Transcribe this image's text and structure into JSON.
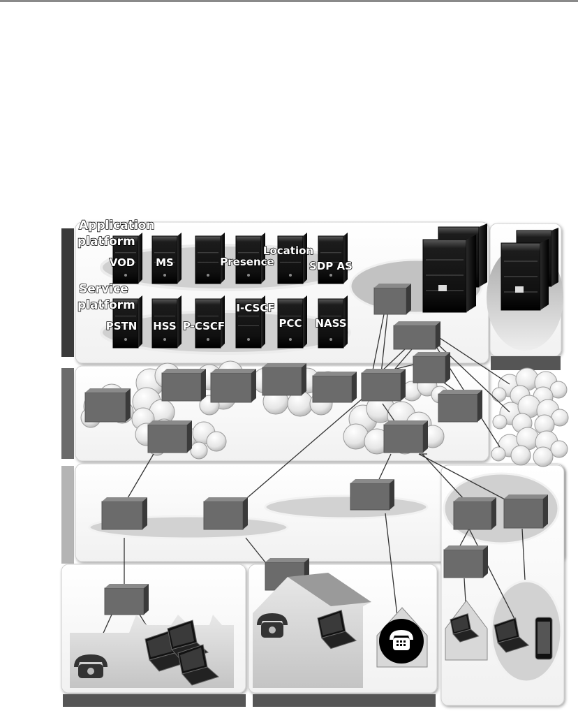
{
  "layers": {
    "application_platform": {
      "title_line1": "Application",
      "title_line2": "platform"
    },
    "service_platform": {
      "title_line1": "Service",
      "title_line2": "platform"
    }
  },
  "application_servers": [
    "VOD",
    "MS",
    "",
    "Presence",
    "Location",
    "SDP AS"
  ],
  "service_servers": [
    "PSTN",
    "HSS",
    "P-CSCF",
    "I-CSCF",
    "PCC",
    "NASS"
  ],
  "colors": {
    "layer_bar_dark": "#3a3a3a",
    "layer_bar_mid": "#6b6b6b",
    "layer_bar_light": "#b4b4b4",
    "node_box": "#6b6b6b",
    "ellipse_fill": "#d2d2d2"
  },
  "icons": {
    "server": "server-tower-icon",
    "cloud": "cloud-icon",
    "phone": "telephone-icon",
    "laptop": "laptop-icon",
    "smartphone": "smartphone-icon",
    "house": "house-icon"
  }
}
